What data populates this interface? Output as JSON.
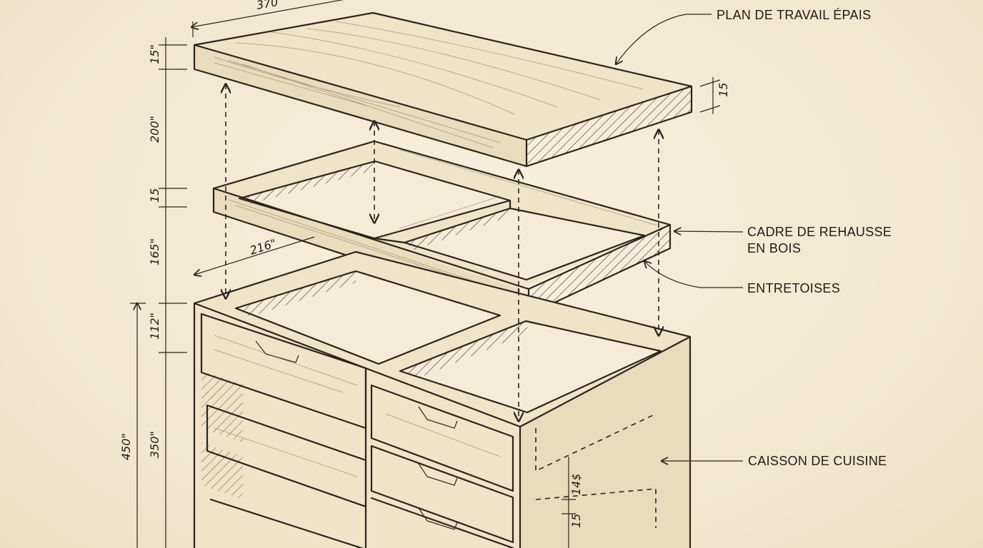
{
  "labels": {
    "plan": "PLAN DE TRAVAIL ÉPAIS",
    "cadre_1": "CADRE DE REHAUSSE",
    "cadre_2": "EN BOIS",
    "entretoises": "ENTRETOISES",
    "caisson": "CAISSON DE CUISINE"
  },
  "dimensions": {
    "top_width": "370",
    "frame_width": "216\"",
    "left_15_top": "15\"",
    "left_200": "200\"",
    "left_15_mid": "15",
    "left_165": "165\"",
    "left_112": "112\"",
    "left_350": "350\"",
    "overall_450": "450\"",
    "right_15": "15",
    "drawer_14": "14$",
    "drawer_15": "15"
  }
}
